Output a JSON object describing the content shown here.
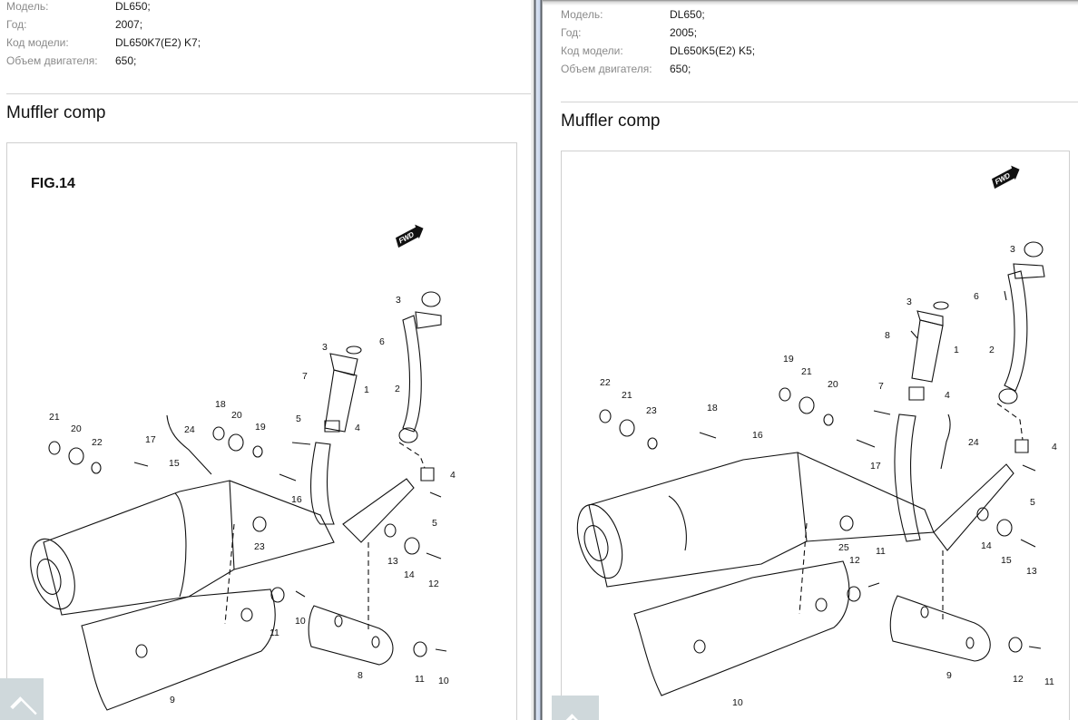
{
  "panels": [
    {
      "specs": [
        {
          "label": "Модель:",
          "value": "DL650;"
        },
        {
          "label": "Год:",
          "value": "2007;"
        },
        {
          "label": "Код модели:",
          "value": "DL650K7(E2) K7;"
        },
        {
          "label": "Объем двигателя:",
          "value": "650;"
        }
      ],
      "title": "Muffler comp",
      "figure_label": "FIG.14",
      "fwd_label": "FWD",
      "callouts": [
        "21",
        "20",
        "22",
        "17",
        "15",
        "18",
        "20",
        "24",
        "19",
        "5",
        "16",
        "23",
        "3",
        "6",
        "7",
        "3",
        "1",
        "2",
        "4",
        "4",
        "5",
        "13",
        "14",
        "12",
        "11",
        "10",
        "8",
        "11",
        "10",
        "9"
      ]
    },
    {
      "specs": [
        {
          "label": "Модель:",
          "value": "DL650;"
        },
        {
          "label": "Год:",
          "value": "2005;"
        },
        {
          "label": "Код модели:",
          "value": "DL650K5(E2) K5;"
        },
        {
          "label": "Объем двигателя:",
          "value": "650;"
        }
      ],
      "title": "Muffler comp",
      "fwd_label": "FWD",
      "callouts": [
        "3",
        "6",
        "3",
        "8",
        "1",
        "2",
        "19",
        "21",
        "20",
        "22",
        "21",
        "23",
        "18",
        "7",
        "4",
        "16",
        "24",
        "17",
        "4",
        "5",
        "25",
        "11",
        "12",
        "14",
        "15",
        "13",
        "10",
        "9",
        "12",
        "11"
      ]
    }
  ],
  "scroll_top": {
    "icon": "chevron-up-icon"
  }
}
